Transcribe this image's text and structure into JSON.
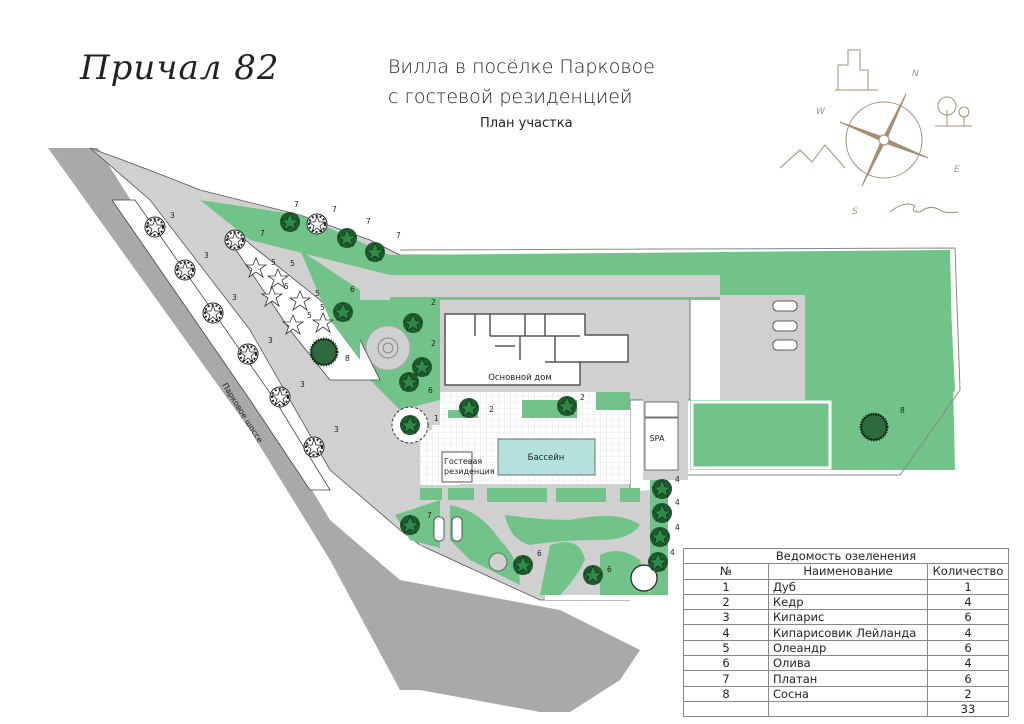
{
  "header": {
    "logo": "Причал 82",
    "title_line1": "Вилла в посёлке Парковое",
    "title_line2": "с гостевой резиденцией",
    "subtitle": "План участка"
  },
  "compass": {
    "n": "N",
    "s": "S",
    "e": "E",
    "w": "W",
    "color": "#a88c74"
  },
  "plan": {
    "road_label": "Парковое шоссе",
    "main_house": "Основной дом",
    "pool": "Бассейн",
    "spa": "SPA",
    "guest_line1": "Гостевая",
    "guest_line2": "резиденция",
    "colors": {
      "lawn": "#72c38a",
      "paving": "#d0d0d0",
      "road": "#a9a9a9",
      "pool": "#b4e1dd",
      "tree_dark": "#1f5a2e"
    }
  },
  "table": {
    "title": "Ведомость озеленения",
    "headers": [
      "№",
      "Наименование",
      "Количество"
    ],
    "rows": [
      {
        "no": "1",
        "name": "Дуб",
        "qty": "1"
      },
      {
        "no": "2",
        "name": "Кедр",
        "qty": "4"
      },
      {
        "no": "3",
        "name": "Кипарис",
        "qty": "6"
      },
      {
        "no": "4",
        "name": "Кипарисовик Лейланда",
        "qty": "4"
      },
      {
        "no": "5",
        "name": "Олеандр",
        "qty": "6"
      },
      {
        "no": "6",
        "name": "Олива",
        "qty": "4"
      },
      {
        "no": "7",
        "name": "Платан",
        "qty": "6"
      },
      {
        "no": "8",
        "name": "Сосна",
        "qty": "2"
      }
    ],
    "total": "33"
  }
}
